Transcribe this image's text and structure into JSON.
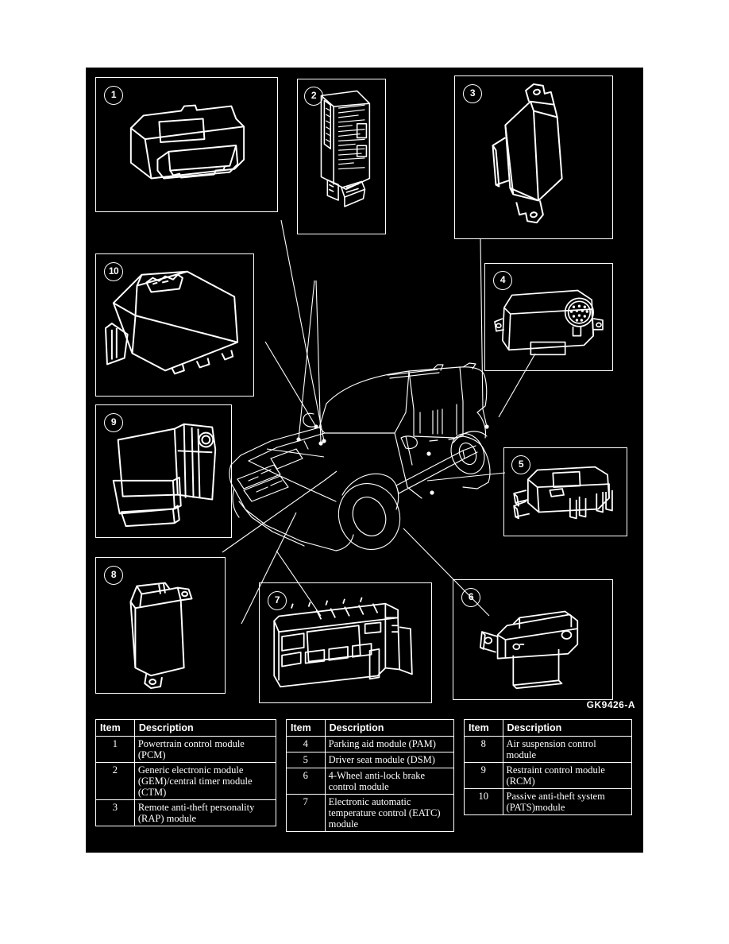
{
  "figure": {
    "code": "GK9426-A",
    "subject": "Vehicle module locations diagram",
    "vehicle": "sport utility vehicle"
  },
  "callouts": [
    {
      "id": "1",
      "name": "powertrain-control-module"
    },
    {
      "id": "2",
      "name": "generic-electronic-module"
    },
    {
      "id": "3",
      "name": "remote-anti-theft-personality-module"
    },
    {
      "id": "4",
      "name": "parking-aid-module"
    },
    {
      "id": "5",
      "name": "driver-seat-module"
    },
    {
      "id": "6",
      "name": "4-wheel-anti-lock-brake-control-module"
    },
    {
      "id": "7",
      "name": "electronic-automatic-temperature-control"
    },
    {
      "id": "8",
      "name": "air-suspension-control-module"
    },
    {
      "id": "9",
      "name": "restraint-control-module"
    },
    {
      "id": "10",
      "name": "passive-anti-theft-system-module"
    }
  ],
  "tables": [
    {
      "headers": {
        "item": "Item",
        "description": "Description"
      },
      "rows": [
        {
          "item": "1",
          "description": "Powertrain control module (PCM)"
        },
        {
          "item": "2",
          "description": "Generic electronic module (GEM)/central timer module (CTM)"
        },
        {
          "item": "3",
          "description": "Remote anti-theft personality (RAP) module"
        }
      ]
    },
    {
      "headers": {
        "item": "Item",
        "description": "Description"
      },
      "rows": [
        {
          "item": "4",
          "description": "Parking aid module (PAM)"
        },
        {
          "item": "5",
          "description": "Driver seat module (DSM)"
        },
        {
          "item": "6",
          "description": "4-Wheel anti-lock brake control module"
        },
        {
          "item": "7",
          "description": "Electronic automatic temperature control (EATC) module"
        }
      ]
    },
    {
      "headers": {
        "item": "Item",
        "description": "Description"
      },
      "rows": [
        {
          "item": "8",
          "description": "Air suspension control module"
        },
        {
          "item": "9",
          "description": "Restraint control module (RCM)"
        },
        {
          "item": "10",
          "description": "Passive anti-theft system (PATS)module"
        }
      ]
    }
  ],
  "colors": {
    "panel_background": "#000000",
    "line_art": "#ffffff",
    "page_background": "#ffffff"
  }
}
